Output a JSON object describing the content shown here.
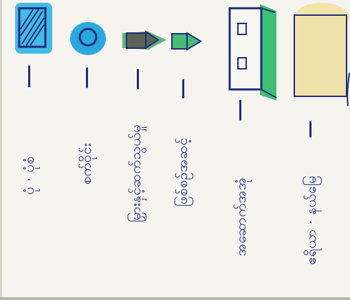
{
  "sketch": {
    "entries": [
      {
        "label": "ပုံ · ပုံစံ",
        "symbol": "hatched-square-icon"
      },
      {
        "label": "စက်ဝိုင်း",
        "symbol": "circle-icon"
      },
      {
        "label": "မြှားနှင့်ဆက်သွယ်မှု",
        "symbol": "arrow-block-icon"
      },
      {
        "label": "ဖြစ်စဉ်အဆင့်",
        "symbol": "small-arrow-block-icon"
      },
      {
        "label": "အဆောက်အအုံ",
        "symbol": "building-icon"
      },
      {
        "label": "ဧရိယာ · နယ်မြေ",
        "symbol": "area-box-icon"
      }
    ]
  },
  "colors": {
    "ink": "#1e2a7a",
    "blue": "#1fa3d8",
    "green": "#3fb870",
    "gray": "#6b7064",
    "cream": "#f1e1a8"
  }
}
